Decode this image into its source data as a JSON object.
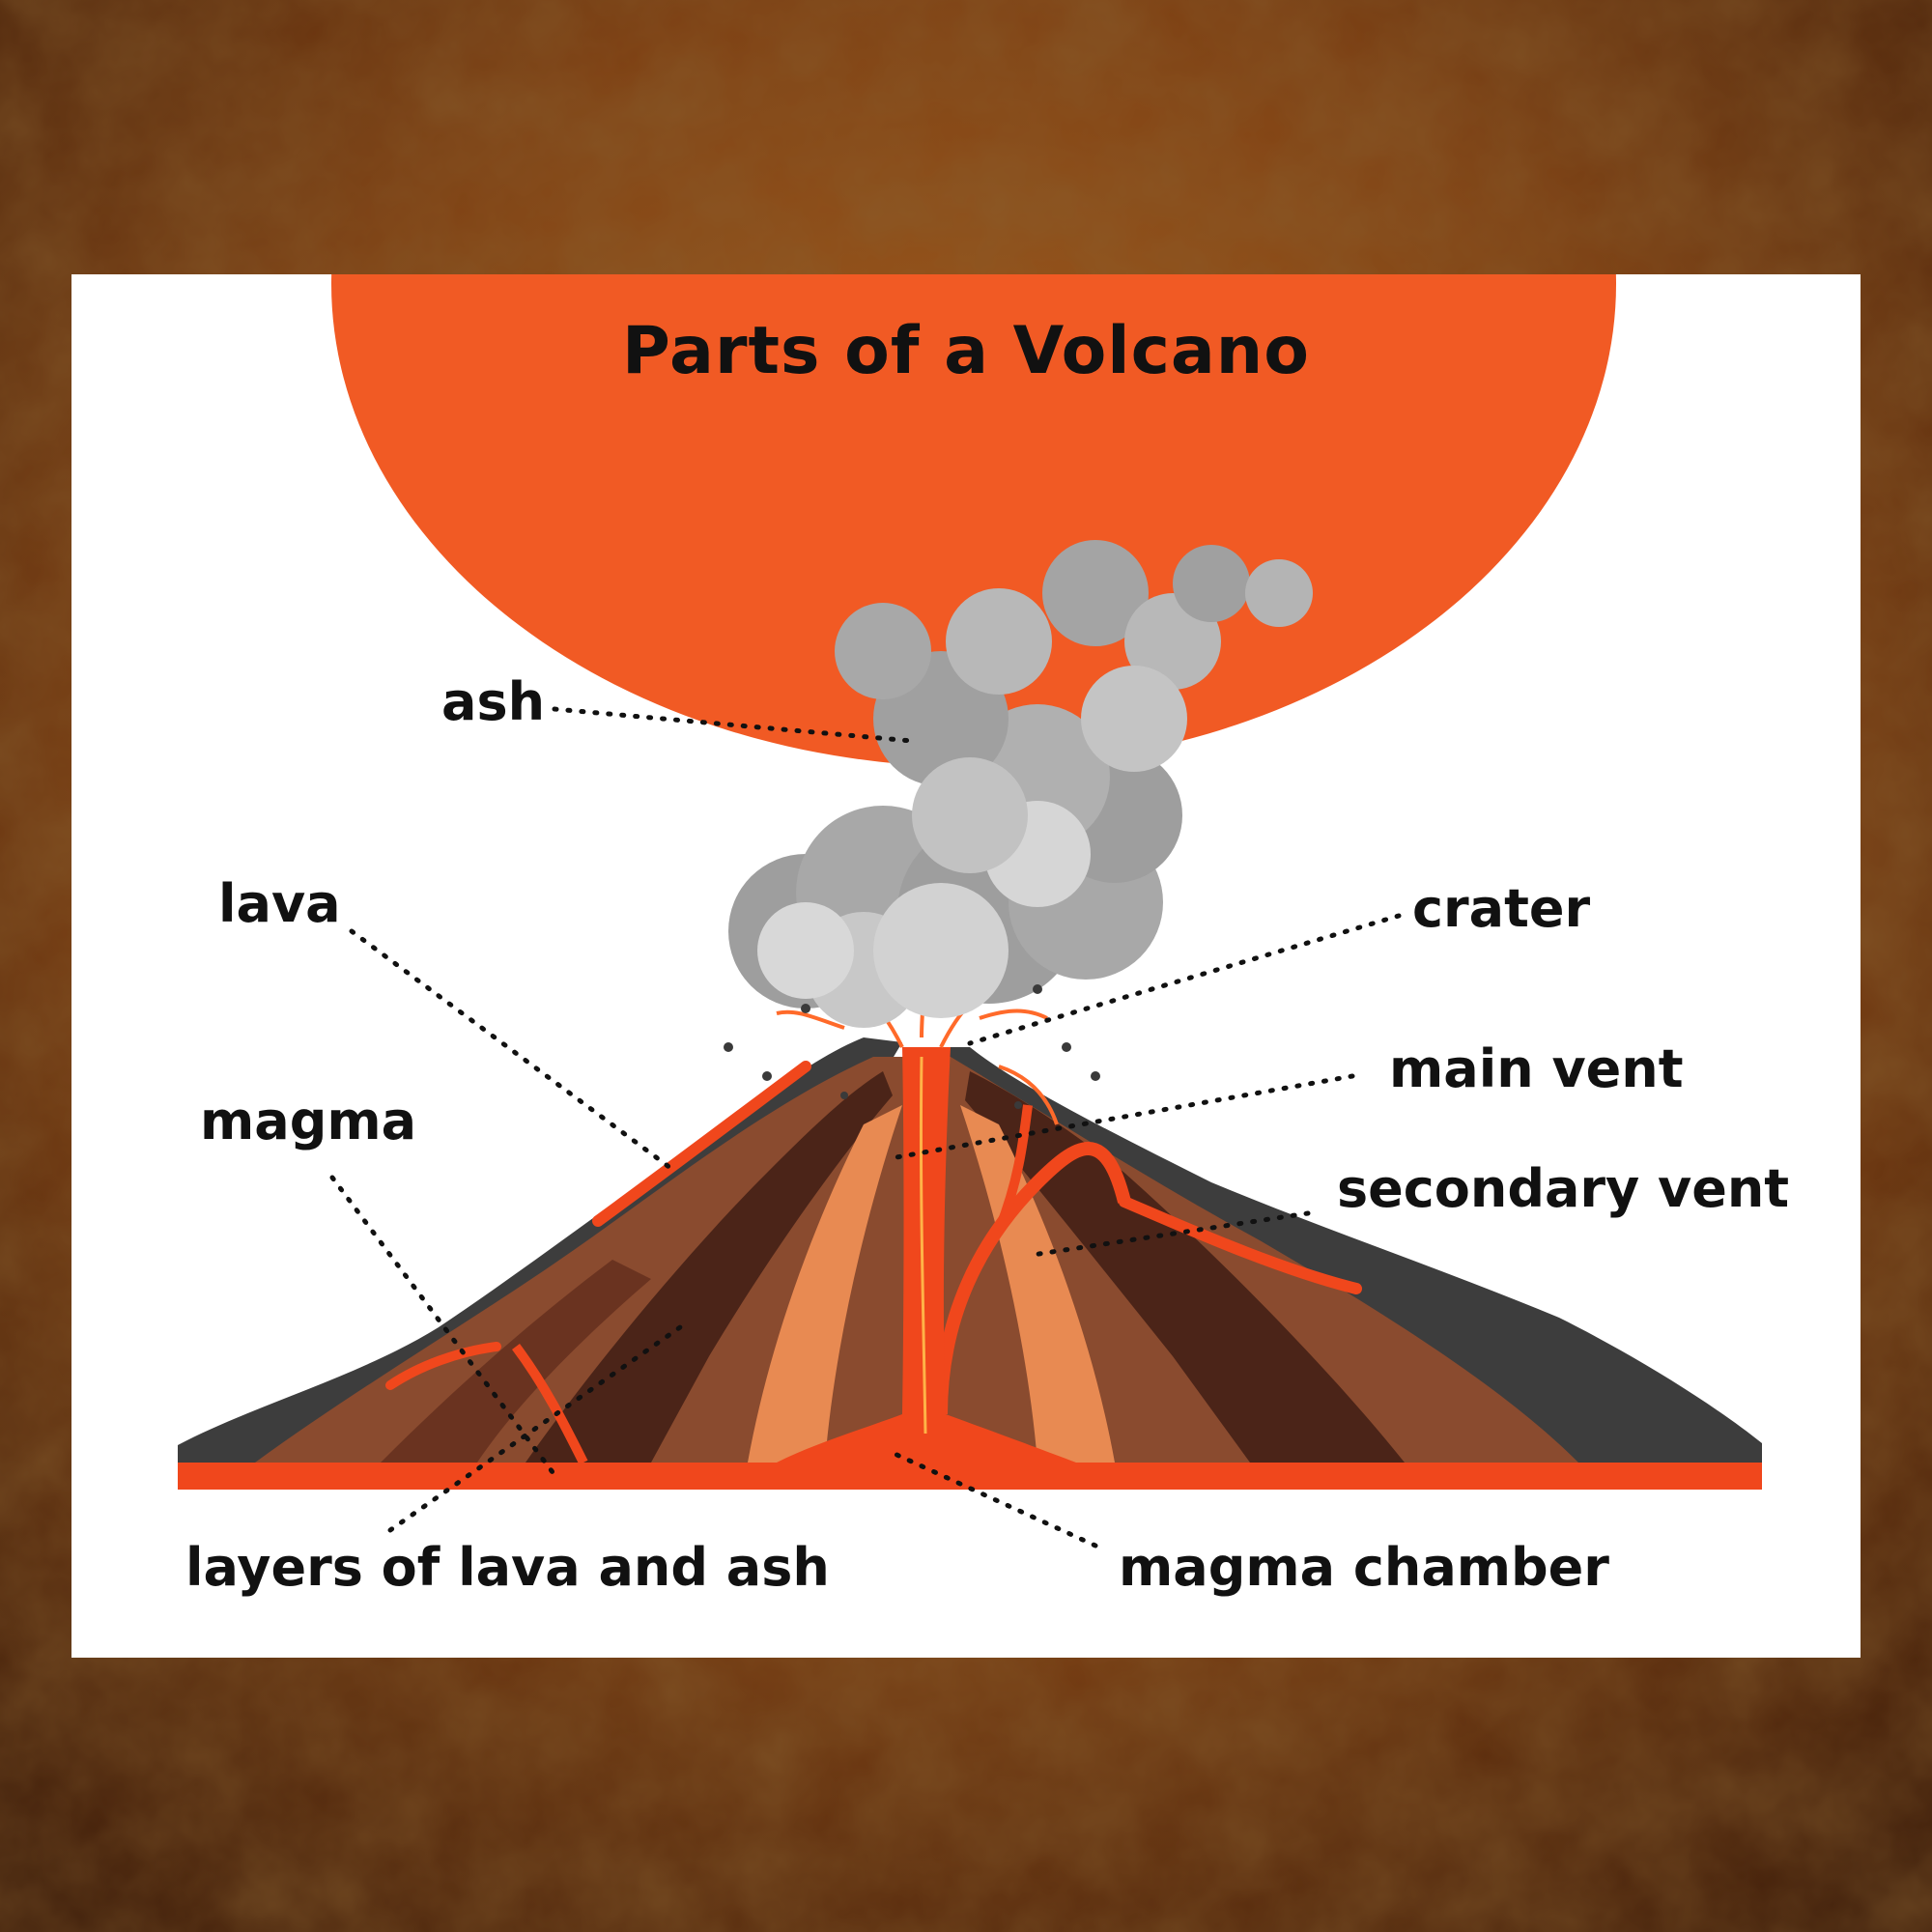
{
  "title": "Parts of a Volcano",
  "labels": {
    "ash": "ash",
    "lava": "lava",
    "magma": "magma",
    "crater": "crater",
    "main_vent": "main vent",
    "secondary_vent": "secondary vent",
    "layers": "layers of lava and ash",
    "magma_chamber": "magma chamber"
  },
  "colors": {
    "title_band": "#f15a24",
    "lava": "#f0471c",
    "lava_light": "#ff7a2e",
    "rock_dark": "#3b3b3b",
    "layer_brown": "#8a4b2f",
    "layer_dark": "#4b2418",
    "smoke": "#bdbdbd"
  }
}
